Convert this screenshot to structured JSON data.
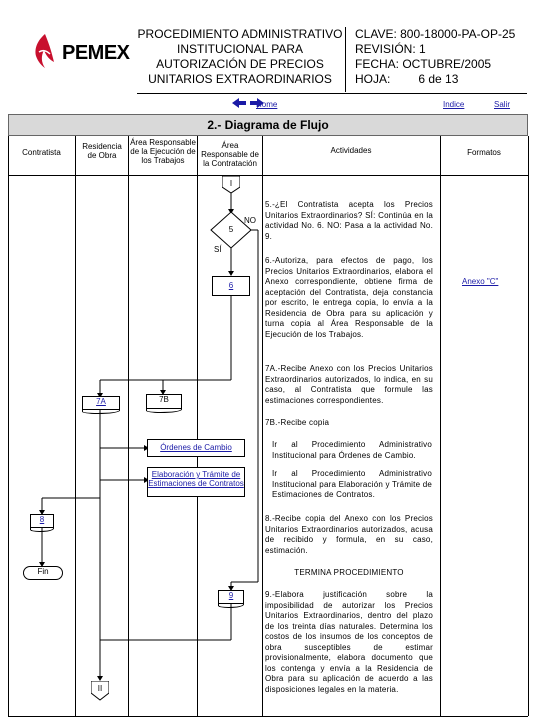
{
  "header": {
    "logo_text": "PEMEX",
    "title_lines": [
      "PROCEDIMIENTO ADMINISTRATIVO",
      "INSTITUCIONAL PARA",
      "AUTORIZACIÓN DE PRECIOS",
      "UNITARIOS EXTRAORDINARIOS"
    ],
    "clave": "CLAVE: 800-18000-PA-OP-25",
    "revision": "REVISIÓN: 1",
    "fecha": "FECHA: OCTUBRE/2005",
    "hoja_label": "HOJA:",
    "hoja_value": "6 de 13"
  },
  "nav": {
    "home": "Home",
    "indice": "Indice",
    "salir": "Salir"
  },
  "section_title": "2.- Diagrama de Flujo",
  "columns": {
    "contratista": "Contratista",
    "residencia": "Residencia de Obra",
    "area_ejecucion": "Área Responsable de la Ejecución de los Trabajos",
    "area_contratacion": "Área Responsable de la Contratación",
    "actividades": "Actividades",
    "formatos": "Formatos"
  },
  "flow": {
    "conn_top": "I",
    "decision_5": "5",
    "no_label": "NO",
    "si_label": "SÍ",
    "box_6": "6",
    "box_7a": "7A",
    "box_7b": "7B",
    "doc_cambio": "Órdenes de Cambio",
    "doc_estimaciones": "Elaboración y Trámite de Estimaciones de Contratos",
    "box_8": "8",
    "fin": "Fin",
    "box_9": "9",
    "conn_bottom": "II"
  },
  "activities": {
    "a5": "5.-¿El Contratista acepta los Precios Unitarios Extraordinarios? SÍ: Continúa en la actividad No. 6. NO: Pasa a la actividad No. 9.",
    "a6": "6.-Autoriza, para efectos de pago, los Precios Unitarios Extraordinarios, elabora el Anexo correspondiente, obtiene firma de aceptación del Contratista, deja constancia por escrito, le entrega copia, lo envía a la Residencia de Obra para su aplicación y turna copia al Área Responsable de la Ejecución de los Trabajos.",
    "a7a": "7A.-Recibe Anexo con los Precios Unitarios Extraordinarios autorizados, lo indica, en su caso, al Contratista que formule las estimaciones correspondientes.",
    "a7b": "7B.-Recibe copia",
    "a_cambio": "Ir al Procedimiento Administrativo Institucional para Órdenes de Cambio.",
    "a_estim": "Ir al Procedimiento Administrativo Institucional para Elaboración y Trámite de Estimaciones de Contratos.",
    "a8": "8.-Recibe copia del Anexo con los Precios Unitarios Extraordinarios autorizados, acusa de recibido y formula, en su caso, estimación.",
    "termina": "TERMINA PROCEDIMIENTO",
    "a9": "9.-Elabora justificación sobre la imposibilidad de autorizar los Precios Unitarios Extraordinarios, dentro del plazo de los treinta días naturales. Determina los costos de los insumos de los conceptos de obra susceptibles de estimar provisionalmente, elabora documento que los contenga y envía a la Residencia de Obra para su aplicación de acuerdo a las disposiciones legales en la materia."
  },
  "formatos": {
    "anexo": "Anexo \"C\""
  },
  "colors": {
    "logo_red": "#c8102e",
    "link_blue": "#1a1aa6",
    "bar_gray": "#d9d9d9"
  }
}
